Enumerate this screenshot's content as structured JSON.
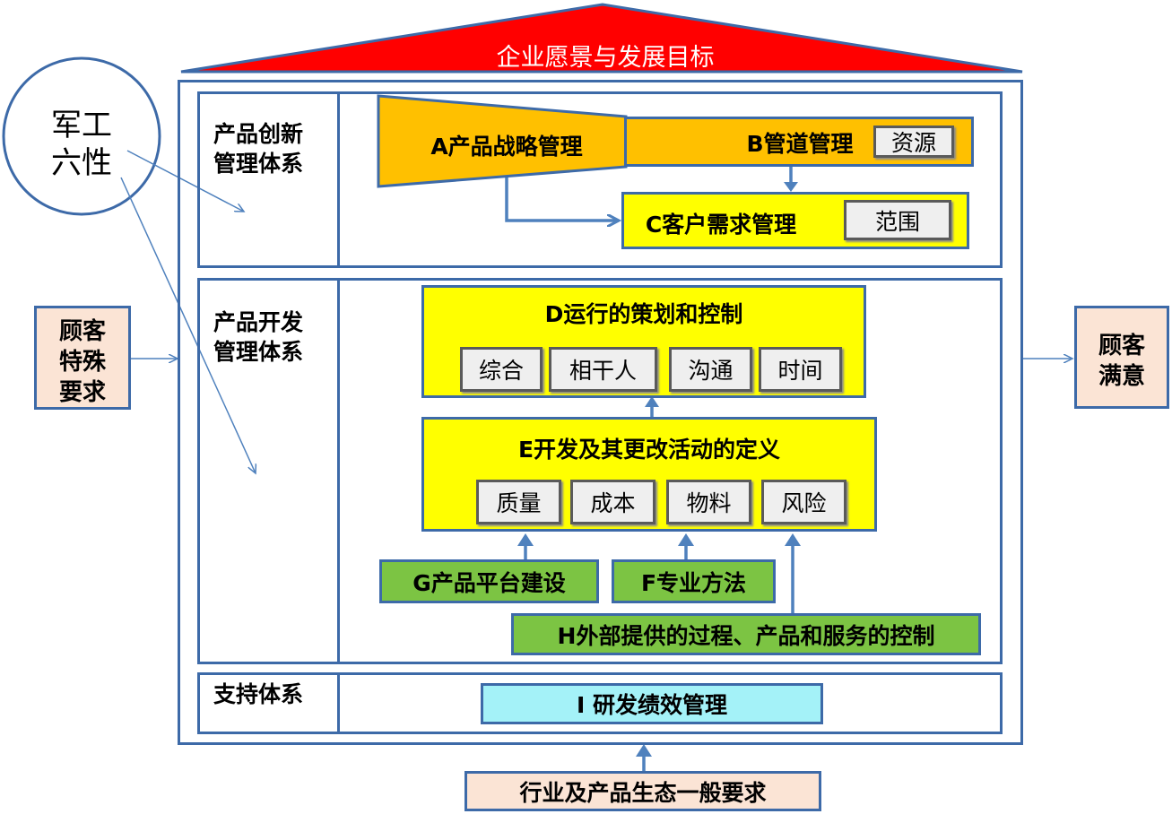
{
  "roof": {
    "title": "企业愿景与发展目标",
    "color": "#ff0000"
  },
  "circle": {
    "line1": "军工",
    "line2": "六性"
  },
  "left_input": {
    "line1": "顾客",
    "line2": "特殊",
    "line3": "要求"
  },
  "right_output": {
    "line1": "顾客",
    "line2": "满意"
  },
  "bottom_input": {
    "label": "行业及产品生态一般要求"
  },
  "sections": {
    "innovation": {
      "line1": "产品创新",
      "line2": "管理体系"
    },
    "development": {
      "line1": "产品开发",
      "line2": "管理体系"
    },
    "support": {
      "line1": "支持体系"
    }
  },
  "nodes": {
    "a": {
      "label": "A产品战略管理"
    },
    "b": {
      "label": "B管道管理",
      "tag": "资源"
    },
    "c": {
      "label": "C客户需求管理",
      "tag": "范围"
    },
    "d": {
      "label": "D运行的策划和控制",
      "tags": [
        "综合",
        "相干人",
        "沟通",
        "时间"
      ]
    },
    "e": {
      "label": "E开发及其更改活动的定义",
      "tags": [
        "质量",
        "成本",
        "物料",
        "风险"
      ]
    },
    "g": {
      "label": "G产品平台建设"
    },
    "f": {
      "label": "F专业方法"
    },
    "h": {
      "label": "H外部提供的过程、产品和服务的控制"
    },
    "i": {
      "label": "I 研发绩效管理"
    }
  },
  "colors": {
    "frame": "#3d6aa8",
    "orange": "#ffc000",
    "yellow": "#ffff00",
    "green": "#7cc443",
    "peach": "#fbe4d5",
    "cyan": "#a4f2f8"
  }
}
